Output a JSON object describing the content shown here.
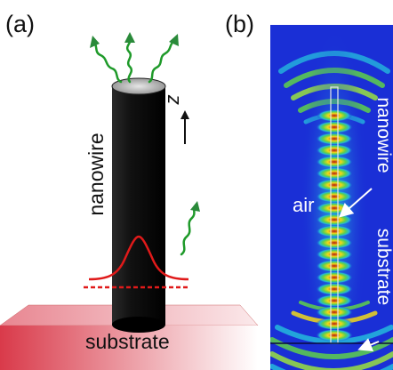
{
  "panel_a": {
    "label": "(a)",
    "nanowire_label": "nanowire",
    "axis_label": "z",
    "substrate_label": "substrate"
  },
  "panel_b": {
    "label": "(b)",
    "air_label": "air",
    "nanowire_label": "nanowire",
    "substrate_label": "substrate"
  },
  "colors": {
    "field_background": "#1a2fd6",
    "nanowire": "#111111",
    "profile_curve": "#e01a1a",
    "emitted_photons": "#1f9a2a",
    "substrate_gradient_from": "#d93a4a",
    "substrate_gradient_to": "#ffffff"
  }
}
